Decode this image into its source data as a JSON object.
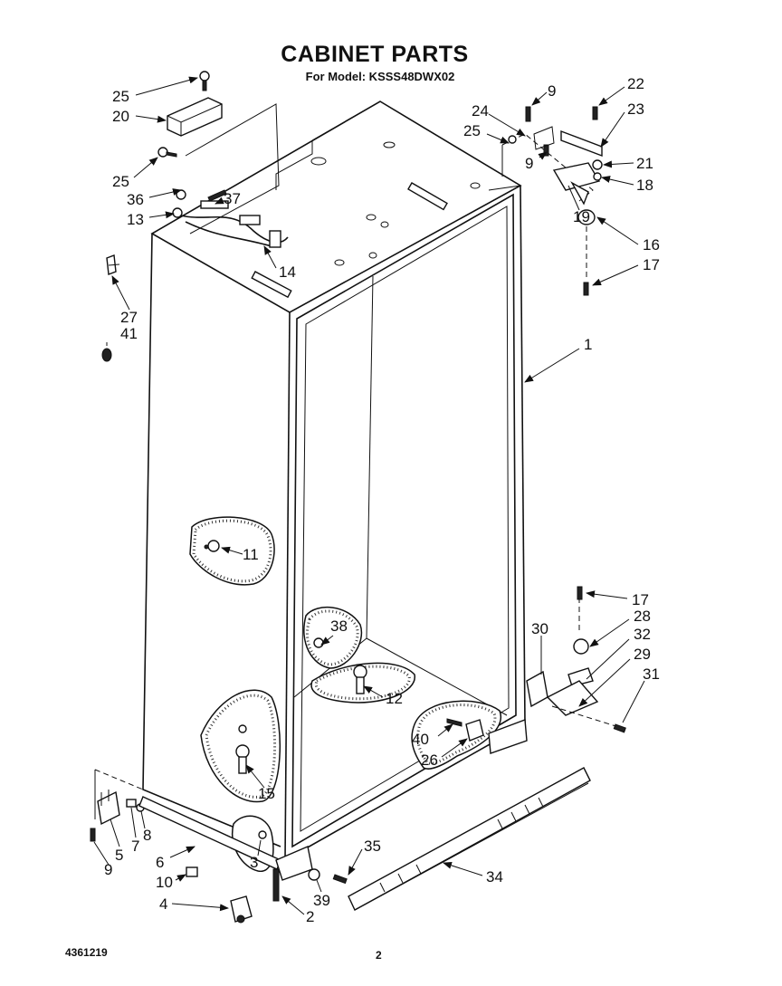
{
  "header": {
    "title": "CABINET PARTS",
    "subtitle": "For Model: KSSS48DWX02"
  },
  "footer": {
    "code": "4361219",
    "page": "2"
  },
  "callouts": [
    "25",
    "20",
    "25",
    "36",
    "13",
    "37",
    "14",
    "27",
    "41",
    "24",
    "25",
    "9",
    "9",
    "22",
    "23",
    "21",
    "18",
    "19",
    "16",
    "17",
    "1",
    "11",
    "38",
    "12",
    "15",
    "17",
    "28",
    "32",
    "30",
    "29",
    "31",
    "40",
    "26",
    "5",
    "7",
    "8",
    "6",
    "9",
    "3",
    "10",
    "4",
    "2",
    "35",
    "39",
    "34"
  ]
}
